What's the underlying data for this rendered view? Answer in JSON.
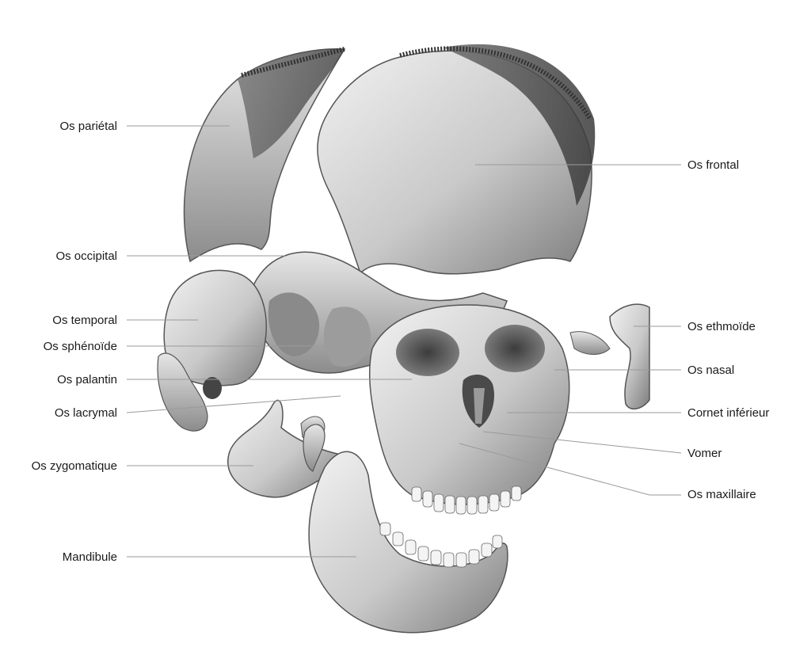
{
  "labels_left": [
    {
      "id": "parietal",
      "text": "Os pariétal"
    },
    {
      "id": "occipital",
      "text": "Os occipital"
    },
    {
      "id": "temporal",
      "text": "Os temporal"
    },
    {
      "id": "sphenoide",
      "text": "Os sphénoïde"
    },
    {
      "id": "palatin",
      "text": "Os palantin"
    },
    {
      "id": "lacrymal",
      "text": "Os lacrymal"
    },
    {
      "id": "zygomatique",
      "text": "Os zygomatique"
    },
    {
      "id": "mandibule",
      "text": "Mandibule"
    }
  ],
  "labels_right": [
    {
      "id": "frontal",
      "text": "Os frontal"
    },
    {
      "id": "ethmoide",
      "text": "Os ethmoïde"
    },
    {
      "id": "nasal",
      "text": "Os nasal"
    },
    {
      "id": "cornet",
      "text": "Cornet inférieur"
    },
    {
      "id": "vomer",
      "text": "Vomer"
    },
    {
      "id": "maxillaire",
      "text": "Os maxillaire"
    }
  ]
}
